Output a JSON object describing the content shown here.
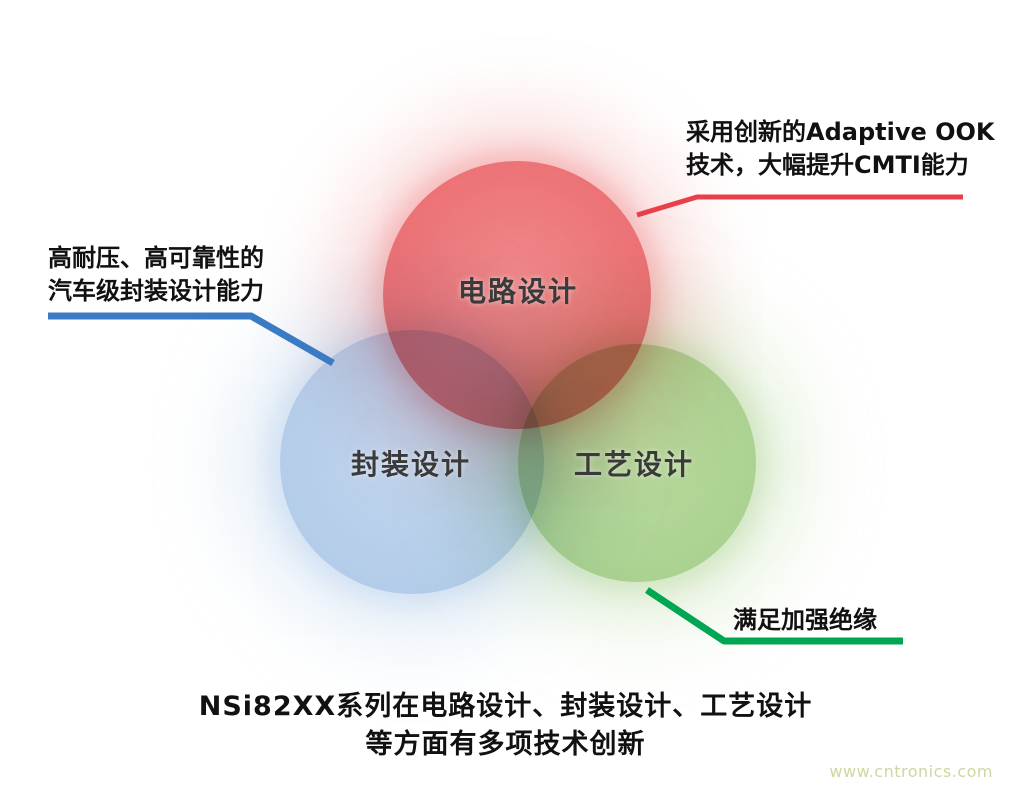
{
  "diagram": {
    "circles": [
      {
        "id": "circuit-design",
        "label": "电路设计",
        "color": "#ec6d70"
      },
      {
        "id": "package-design",
        "label": "封装设计",
        "color": "#b0cae8"
      },
      {
        "id": "process-design",
        "label": "工艺设计",
        "color": "#a8d08c"
      }
    ],
    "annotations": {
      "top_right": {
        "lines": [
          "采用创新的Adaptive OOK",
          "技术，大幅提升CMTI能力"
        ],
        "line_color": "#e8404a"
      },
      "left": {
        "lines": [
          "高耐压、高可靠性的",
          "汽车级封装设计能力"
        ],
        "line_color": "#3b7bc4"
      },
      "bottom_right": {
        "lines": [
          "满足加强绝缘"
        ],
        "line_color": "#00a651"
      }
    },
    "caption": {
      "line1": "NSi82XX系列在电路设计、封装设计、工艺设计",
      "line2": "等方面有多项技术创新"
    },
    "watermark": "www.cntronics.com"
  }
}
